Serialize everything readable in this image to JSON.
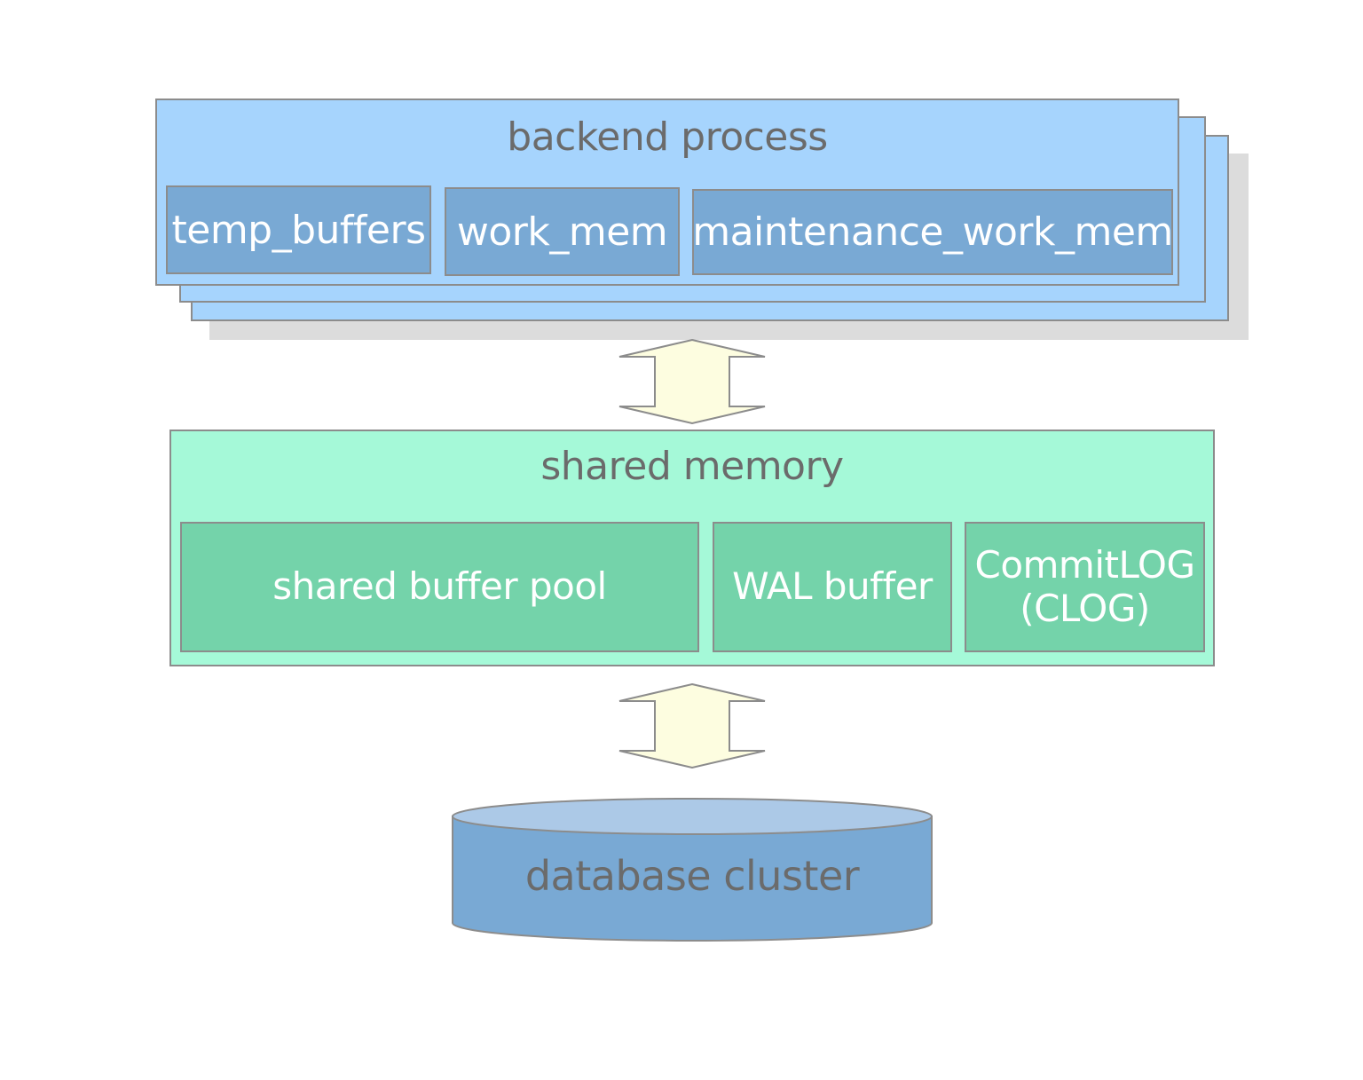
{
  "backend": {
    "title": "backend process",
    "buffers": [
      {
        "label": "temp_buffers"
      },
      {
        "label": "work_mem"
      },
      {
        "label": "maintenance_work_mem"
      }
    ]
  },
  "shared": {
    "title": "shared memory",
    "buffers": [
      {
        "label": "shared buffer pool"
      },
      {
        "label": "WAL buffer"
      },
      {
        "label": "CommitLOG",
        "label2": "(CLOG)"
      }
    ]
  },
  "database": {
    "label": "database cluster"
  },
  "colors": {
    "backend_fill": "#a6d4fd",
    "backend_box_fill": "#79a9d4",
    "shared_fill": "#a5f9d8",
    "shared_box_fill": "#74d3aa",
    "arrow_fill": "#fdfde0",
    "db_body": "#79a9d4",
    "db_top": "#acc9e7",
    "border": "#8c8c8c",
    "title_text": "#6b6b6b"
  }
}
